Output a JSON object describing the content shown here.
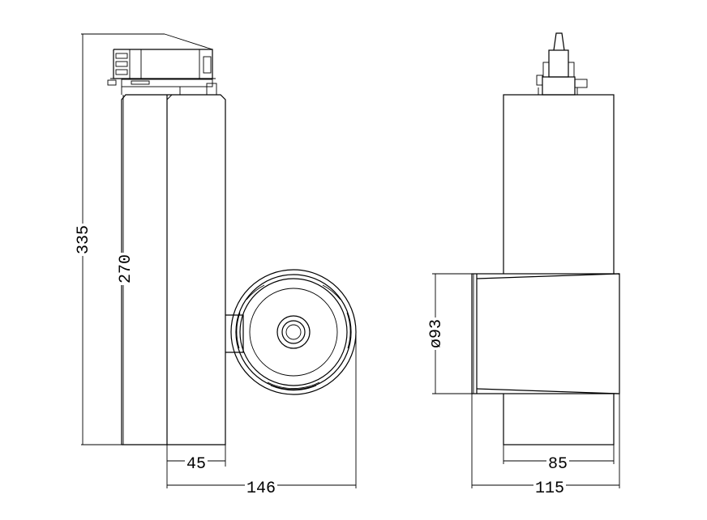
{
  "dimensions": {
    "overall_height": "335",
    "body_height": "270",
    "head_diameter": "ø93",
    "body_offset": "45",
    "total_width": "146",
    "side_body_width": "85",
    "side_total_width": "115"
  }
}
